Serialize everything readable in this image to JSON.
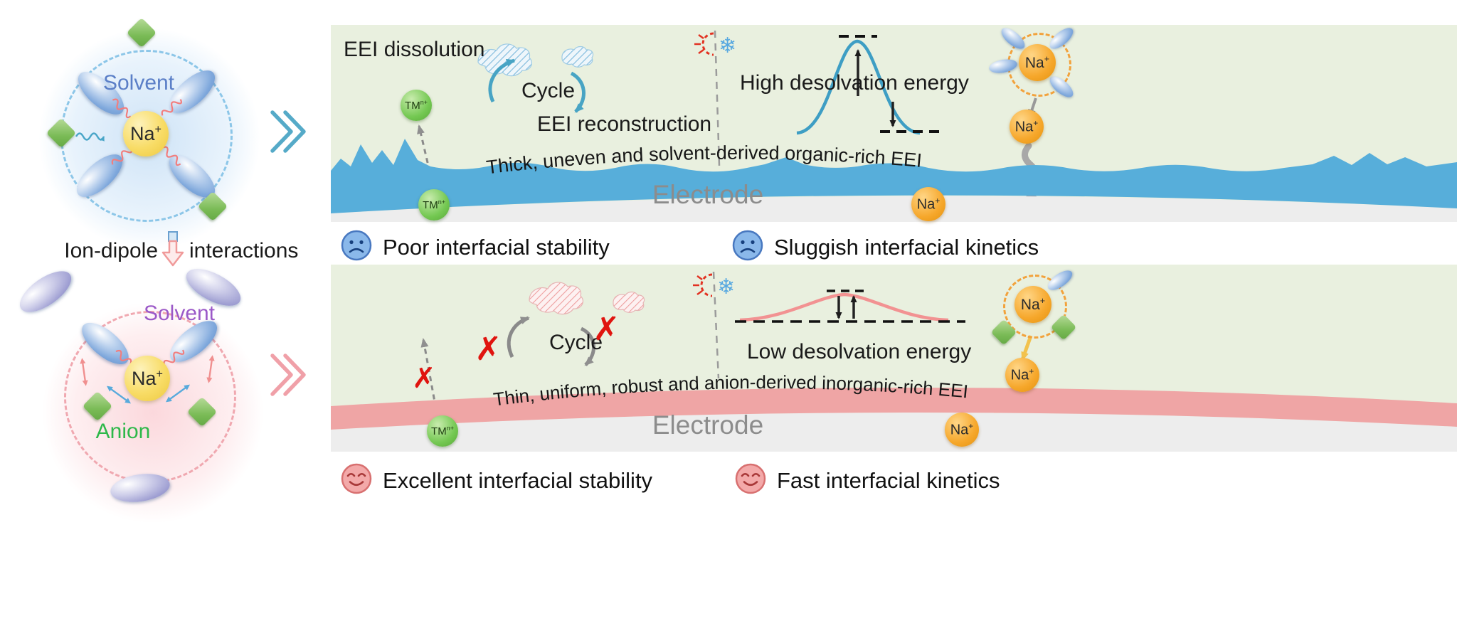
{
  "icons": {
    "snowflake": "❄",
    "cross": "✗"
  },
  "labels": {
    "na_base": "Na",
    "na_sup": "+",
    "tm_base": "TM",
    "tm_sup": "n+",
    "solvent": "Solvent",
    "anion": "Anion",
    "ion_dipole_prefix": "Ion-dipole",
    "ion_dipole_suffix": "interactions"
  },
  "top_panel": {
    "eei_dissolution": "EEI dissolution",
    "cycle_label": "Cycle",
    "eei_reconstruction": "EEI reconstruction",
    "desolvation_label": "High desolvation energy",
    "eei_band_label": "Thick, uneven and solvent-derived organic-rich EEI",
    "electrode_label": "Electrode",
    "caption_left": "Poor interfacial stability",
    "caption_right": "Sluggish interfacial kinetics"
  },
  "bottom_panel": {
    "cycle_label": "Cycle",
    "desolvation_label": "Low desolvation energy",
    "eei_band_label": "Thin, uniform, robust and anion-derived inorganic-rich EEI",
    "electrode_label": "Electrode",
    "caption_left": "Excellent interfacial stability",
    "caption_right": "Fast interfacial kinetics"
  },
  "colors": {
    "panel_background": "#e9f0df",
    "eei_top_band": "#57aeda",
    "eei_bottom_band": "#efa5a5",
    "electrode": "#ededed",
    "na_yellow": "#f8dc66",
    "na_orange": "#f6a72b",
    "tm_green": "#74c852",
    "anion_green": "#7abb56",
    "solvent_blue": "#7fa8dc",
    "sad_face_blue": "#8ab8ea",
    "happy_face_pink": "#f3a9a9",
    "cross_red": "#e0140f"
  }
}
